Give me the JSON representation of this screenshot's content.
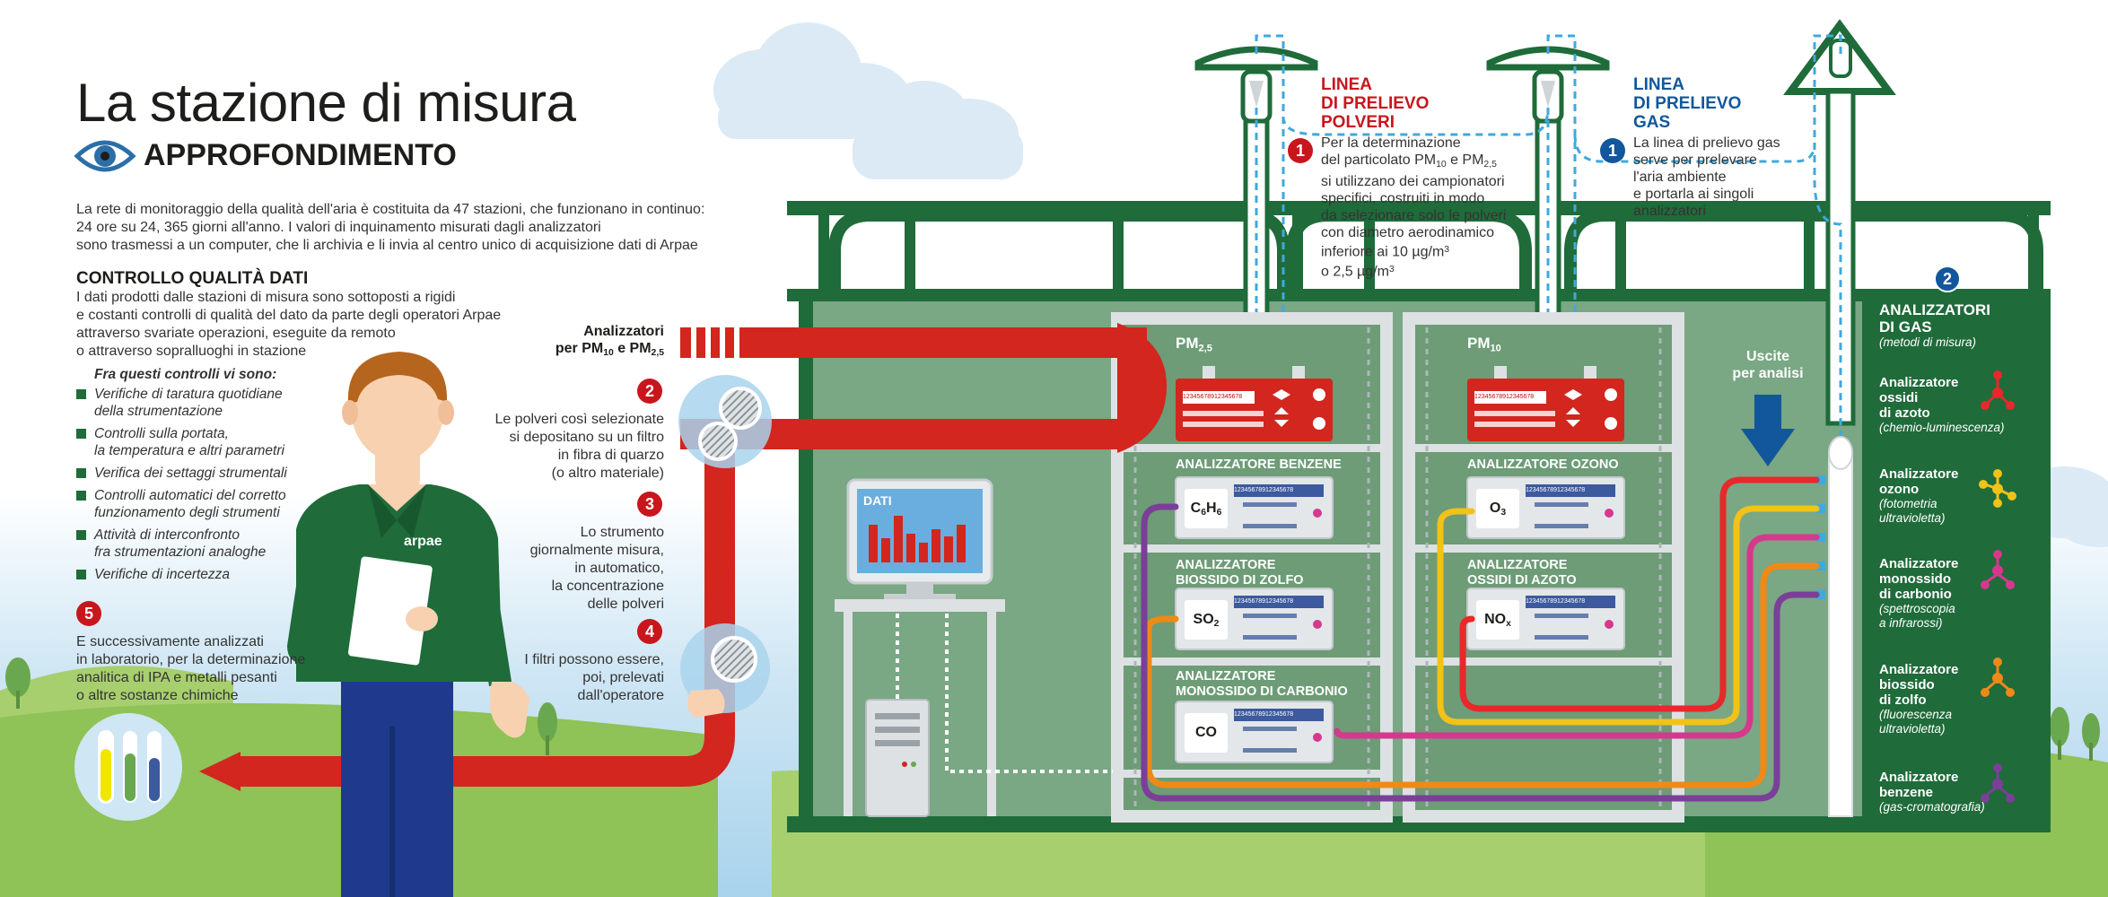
{
  "header": {
    "title": "La stazione di misura",
    "subtitle": "APPROFONDIMENTO"
  },
  "intro": {
    "line1": "La rete di monitoraggio della qualità dell'aria è costituita da 47 stazioni, che funzionano in continuo:",
    "line2": "24 ore su 24, 365 giorni all'anno. I valori di inquinamento misurati dagli analizzatori",
    "line3": "sono trasmessi a un computer, che li archivia e li invia al centro unico di acquisizione dati di Arpae"
  },
  "quality": {
    "heading": "CONTROLLO QUALITÀ DATI",
    "text": [
      "I dati prodotti dalle stazioni di misura sono sottoposti a rigidi",
      "e costanti controlli di qualità del dato da parte degli operatori Arpae",
      "attraverso svariate operazioni, eseguite da remoto",
      "o attraverso sopralluoghi in stazione"
    ],
    "list_title": "Fra questi controlli vi sono:",
    "items": [
      [
        "Verifiche di taratura quotidiane",
        "della strumentazione"
      ],
      [
        "Controlli sulla portata,",
        "la temperatura e altri parametri"
      ],
      [
        "Verifica dei settaggi strumentali"
      ],
      [
        "Controlli automatici del corretto",
        "funzionamento degli strumenti"
      ],
      [
        "Attività di interconfronto",
        "fra strumentazioni analoghe"
      ],
      [
        "Verifiche di incertezza"
      ]
    ]
  },
  "steps": {
    "s5_num": "5",
    "s5": [
      "E successivamente analizzati",
      "in laboratorio, per la determinazione",
      "analitica di IPA e metalli pesanti",
      "o altre sostanze chimiche"
    ],
    "an_label_1": "Analizzatori",
    "an_label_2_pre": "per PM",
    "an_label_2_sub1": "10",
    "an_label_2_mid": " e PM",
    "an_label_2_sub2": "2,5",
    "s2_num": "2",
    "s2": [
      "Le polveri così selezionate",
      "si depositano su un filtro",
      "in fibra di quarzo",
      "(o altro materiale)"
    ],
    "s3_num": "3",
    "s3": [
      "Lo strumento",
      "giornalmente misura,",
      "in automatico,",
      "la concentrazione",
      "delle polveri"
    ],
    "s4_num": "4",
    "s4": [
      "I filtri possono essere,",
      "poi, prelevati",
      "dall'operatore"
    ]
  },
  "linea_polveri": {
    "num": "1",
    "title": [
      "LINEA",
      "DI PRELIEVO",
      "POLVERI"
    ],
    "t1": "Per la determinazione",
    "t2_pre": "del particolato PM",
    "t2_sub1": "10",
    "t2_mid": " e PM",
    "t2_sub2": "2,5",
    "t3": "si utilizzano dei campionatori",
    "t4": "specifici, costruiti in modo",
    "t5": "da selezionare solo le polveri",
    "t6": "con diametro aerodinamico",
    "t7_pre": "inferiore ai 10 µg/m",
    "t7_sup": "3",
    "t8_pre": "o 2,5 µg/m",
    "t8_sup": "3"
  },
  "linea_gas": {
    "num": "1",
    "title": [
      "LINEA",
      "DI PRELIEVO",
      "GAS"
    ],
    "text": [
      "La linea di prelievo gas",
      "serve per prelevare",
      "l'aria ambiente",
      "e portarla ai singoli",
      "analizzatori"
    ]
  },
  "rack1": {
    "pm_pre": "PM",
    "pm_sub": "2,5",
    "benz": "ANALIZZATORE BENZENE",
    "so2_l1": "ANALIZZATORE",
    "so2_l2": "BIOSSIDO DI ZOLFO",
    "co_l1": "ANALIZZATORE",
    "co_l2": "MONOSSIDO DI CARBONIO",
    "f_benz_c": "C",
    "f_benz_s1": "6",
    "f_benz_h": "H",
    "f_benz_s2": "6",
    "f_so2": "SO",
    "f_so2_s": "2",
    "f_co": "CO"
  },
  "rack2": {
    "pm_pre": "PM",
    "pm_sub": "10",
    "ozono": "ANALIZZATORE OZONO",
    "nox_l1": "ANALIZZATORE",
    "nox_l2": "OSSIDI DI AZOTO",
    "f_o3": "O",
    "f_o3_s": "3",
    "f_nox": "NO",
    "f_nox_s": "x"
  },
  "display_digits": "12345678912345678",
  "dati_label": "DATI",
  "uscite": [
    "Uscite",
    "per analisi"
  ],
  "gas_panel": {
    "num": "2",
    "title": [
      "ANALIZZATORI",
      "DI GAS"
    ],
    "subtitle": "(metodi di misura)",
    "items": [
      {
        "name": [
          "Analizzatore",
          "ossidi",
          "di azoto"
        ],
        "method": [
          "(chemio-luminescenza)"
        ],
        "color": "#e8282b"
      },
      {
        "name": [
          "Analizzatore",
          "ozono"
        ],
        "method": [
          "(fotometria",
          "ultravioletta)"
        ],
        "color": "#f2c218"
      },
      {
        "name": [
          "Analizzatore",
          "monossido",
          "di carbonio"
        ],
        "method": [
          "(spettroscopia",
          "a infrarossi)"
        ],
        "color": "#d6388e"
      },
      {
        "name": [
          "Analizzatore",
          "biossido",
          "di zolfo"
        ],
        "method": [
          "(fluorescenza",
          "ultravioletta)"
        ],
        "color": "#ee8a17"
      },
      {
        "name": [
          "Analizzatore",
          "benzene"
        ],
        "method": [
          "(gas-cromatografia)"
        ],
        "color": "#7b3f98"
      }
    ]
  },
  "colors": {
    "green": "#1f6b3a",
    "green_light": "#7ba77f",
    "red": "#d2261e",
    "blue": "#12579b"
  },
  "shirt_logo": "arpae"
}
